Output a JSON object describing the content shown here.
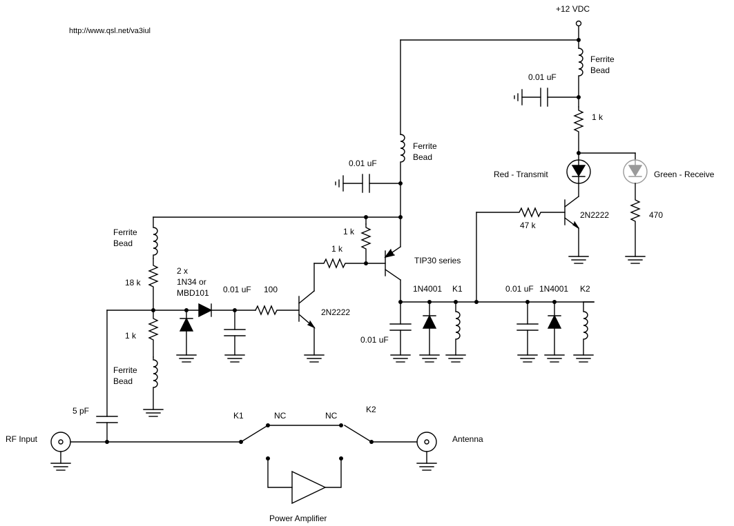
{
  "header": {
    "url": "http://www.qsl.net/va3iul",
    "supply": "+12 VDC"
  },
  "labels": {
    "ferrite_top_1": "Ferrite",
    "ferrite_top_2": "Bead",
    "cap_top": "0.01 uF",
    "res_top": "1 k",
    "led_red": "Red - Transmit",
    "led_green": "Green - Receive",
    "res_47k": "47 k",
    "q_led": "2N2222",
    "res_470": "470",
    "ferrite_mid_1": "Ferrite",
    "ferrite_mid_2": "Bead",
    "cap_mid": "0.01 uF",
    "res_base_1k": "1 k",
    "res_drive_1k": "1 k",
    "q_pnp": "TIP30 series",
    "ferrite_left_1": "Ferrite",
    "ferrite_left_2": "Bead",
    "res_18k": "18 k",
    "diode_note_1": "2 x",
    "diode_note_2": "1N34 or",
    "diode_note_3": "MBD101",
    "cap_det": "0.01 uF",
    "res_100": "100",
    "q_drive": "2N2222",
    "res_1k_low": "1 k",
    "ferrite_low_1": "Ferrite",
    "ferrite_low_2": "Bead",
    "cap_coll": "0.01 uF",
    "diode_k1": "1N4001",
    "relay_k1": "K1",
    "cap_k2": "0.01 uF",
    "diode_k2": "1N4001",
    "relay_k2": "K2",
    "cap_5pf": "5 pF",
    "rf_input": "RF Input",
    "sw_k1": "K1",
    "nc_left": "NC",
    "nc_right": "NC",
    "sw_k2": "K2",
    "antenna": "Antenna",
    "power_amp": "Power Amplifier"
  },
  "colors": {
    "ink": "#000000",
    "led_receive": "#9a9a9a"
  }
}
